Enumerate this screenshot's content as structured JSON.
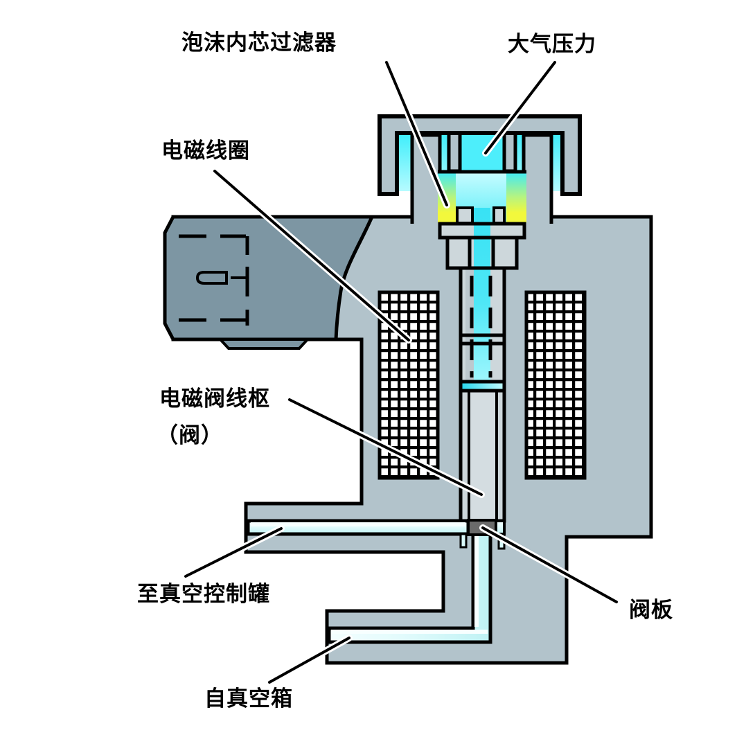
{
  "diagram": {
    "type": "cutaway-technical-diagram",
    "subject": "solenoid vacuum valve cross-section",
    "labels": {
      "foam_filter": "泡沫内芯过滤器",
      "atmospheric_pressure": "大气压力",
      "solenoid_coil": "电磁线圈",
      "armature_line1": "电磁阀线枢",
      "armature_line2": "（阀）",
      "to_vacuum_control_tank": "至真空控制罐",
      "valve_plate": "阀板",
      "from_vacuum_box": "自真空箱"
    }
  },
  "colors": {
    "body-gray": "#b2c3cb",
    "component-gray": "#cdd7db",
    "connector-gray": "#7d96a3",
    "valve-plate-gray": "#6a6a6a",
    "air-cyan": "#3deefb",
    "filter-yellow": "#f2f83c",
    "passage-pale": "#d9f9fa",
    "ink": "#000000"
  }
}
